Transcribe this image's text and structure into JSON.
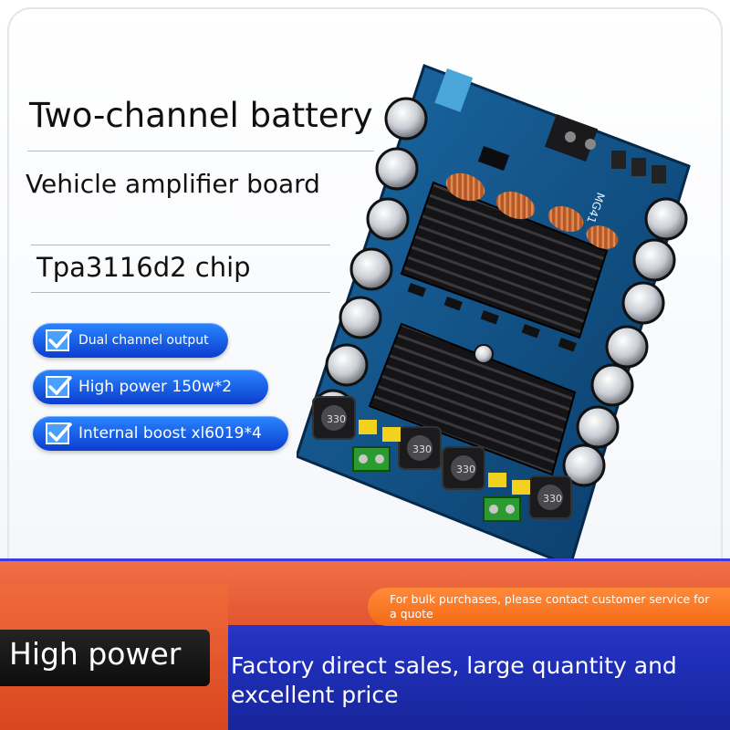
{
  "headline": {
    "title_line1": "Two-channel battery",
    "title_line2": "Vehicle amplifier board",
    "chip": "Tpa3116d2 chip"
  },
  "features": [
    {
      "label": "Dual channel output"
    },
    {
      "label": "High power 150w*2"
    },
    {
      "label": "Internal boost xl6019*4"
    }
  ],
  "board": {
    "silkscreen_model": "MG41",
    "inductor_marking": "330"
  },
  "footer": {
    "badge": "High power",
    "bulk_notice": "For bulk purchases, please contact customer service for a quote",
    "tagline": "Factory direct sales, large quantity and excellent price"
  },
  "colors": {
    "feature_blue": "#0b3ecf",
    "footer_blue": "#1f2fb8",
    "accent_orange": "#f46a14",
    "pcb_blue": "#0f4f86"
  }
}
